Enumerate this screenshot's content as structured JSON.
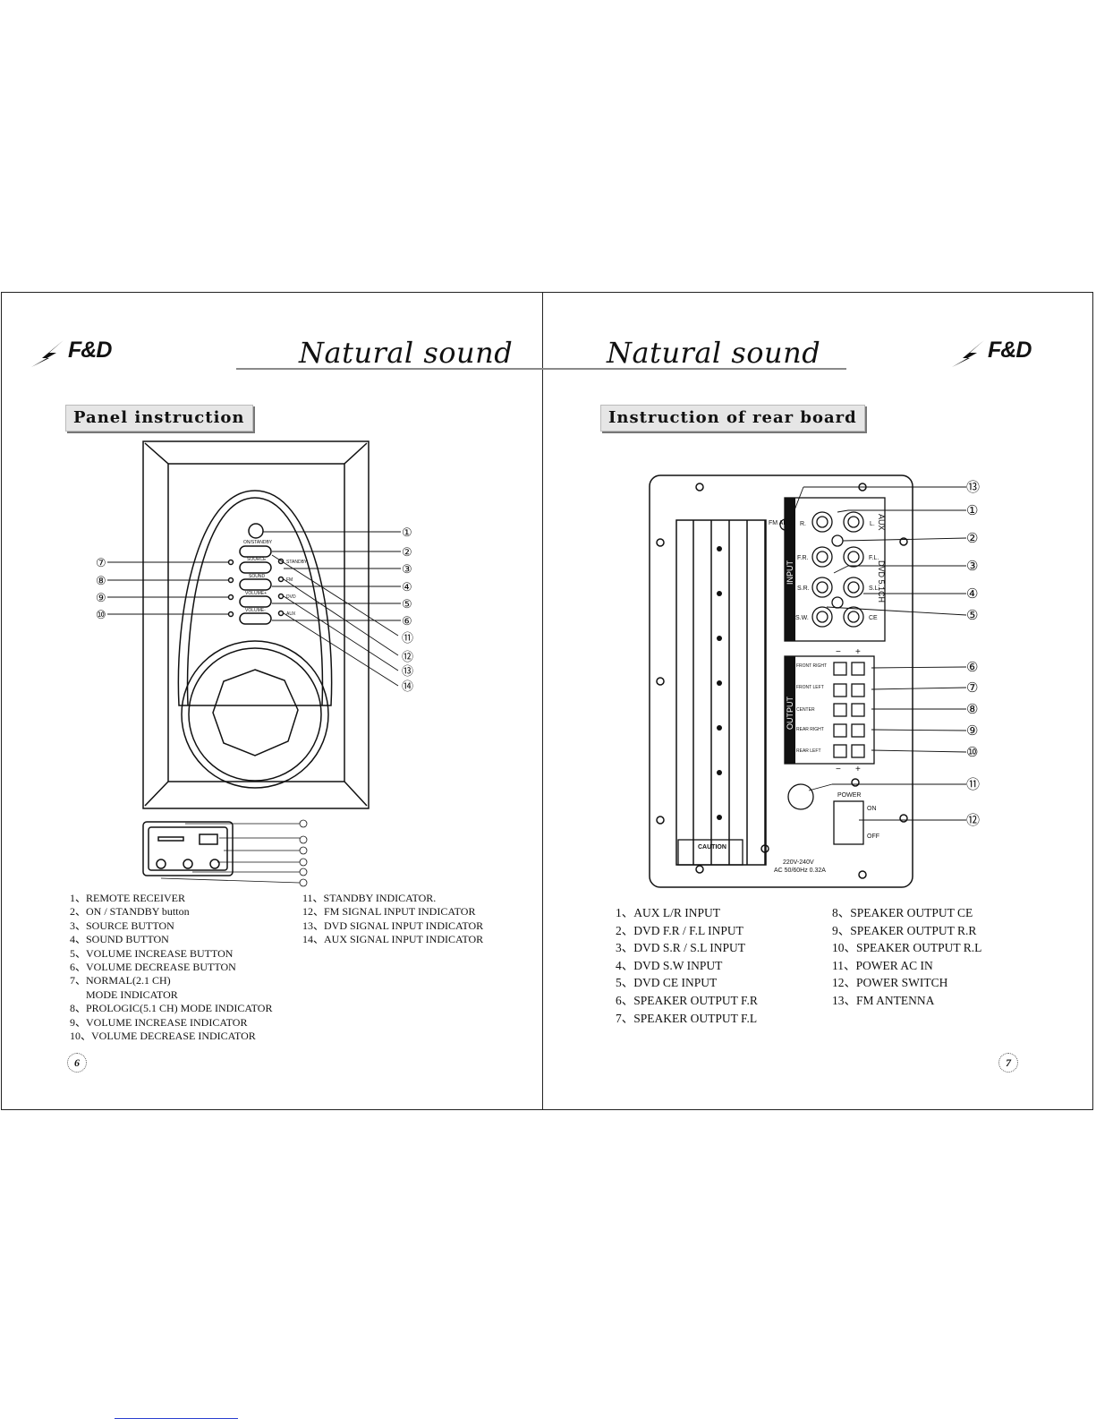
{
  "brand": {
    "logo": "F&D",
    "tagline": "Natural sound"
  },
  "left_page": {
    "heading": "Panel instruction",
    "page_number": "6",
    "device_labels": {
      "on_standby": "ON/STANDBY",
      "source": "SOURCE",
      "sound": "SOUND",
      "volume_up": "VOLUME+",
      "volume_down": "VOLUME-",
      "standby": "STANDBY",
      "fm": "FM",
      "dvd": "DVD",
      "aux": "AUX"
    },
    "callouts_right": [
      "①",
      "②",
      "③",
      "④",
      "⑤",
      "⑥",
      "⑪",
      "⑫",
      "⑬",
      "⑭"
    ],
    "callouts_left": [
      "⑦",
      "⑧",
      "⑨",
      "⑩"
    ],
    "items_col1": [
      "1、REMOTE RECEIVER",
      "2、ON / STANDBY button",
      "3、SOURCE BUTTON",
      "4、SOUND BUTTON",
      "5、VOLUME INCREASE BUTTON",
      "6、VOLUME DECREASE BUTTON",
      "7、NORMAL(2.1 CH)",
      "MODE INDICATOR",
      "8、PROLOGIC(5.1 CH) MODE INDICATOR",
      "9、VOLUME INCREASE INDICATOR",
      "10、VOLUME DECREASE INDICATOR"
    ],
    "items_col2": [
      "11、STANDBY INDICATOR.",
      "12、FM SIGNAL INPUT INDICATOR",
      "13、DVD SIGNAL INPUT INDICATOR",
      "14、AUX SIGNAL INPUT INDICATOR"
    ]
  },
  "right_page": {
    "heading": "Instruction of rear board",
    "page_number": "7",
    "board_labels": {
      "fm_ant": "FM ANT.",
      "input": "INPUT",
      "output": "OUTPUT",
      "aux": "AUX",
      "dvd": "DVD 5.1CH",
      "jacks": [
        "R.",
        "L.",
        "F.R.",
        "F.L.",
        "S.R.",
        "S.L.",
        "S.W.",
        "CE"
      ],
      "outputs": [
        "FRONT RIGHT",
        "FRONT LEFT",
        "CENTER",
        "REAR RIGHT",
        "REAR LEFT"
      ],
      "minus": "−",
      "plus": "+",
      "power": "POWER",
      "on": "ON",
      "off": "OFF",
      "caution": "CAUTION",
      "voltage": "220V-240V",
      "rating": "AC 50/60Hz  0.32A"
    },
    "callouts": [
      "⑬",
      "①",
      "②",
      "③",
      "④",
      "⑤",
      "⑥",
      "⑦",
      "⑧",
      "⑨",
      "⑩",
      "⑪",
      "⑫"
    ],
    "items_col1": [
      "1、AUX   L/R INPUT",
      "2、DVD F.R / F.L  INPUT",
      "3、DVD S.R / S.L  INPUT",
      "4、DVD S.W INPUT",
      "5、DVD CE INPUT",
      "6、SPEAKER OUTPUT F.R",
      "7、SPEAKER OUTPUT F.L"
    ],
    "items_col2": [
      "8、SPEAKER OUTPUT CE",
      "9、SPEAKER OUTPUT R.R",
      "10、SPEAKER OUTPUT R.L",
      "11、POWER AC IN",
      "12、POWER SWITCH",
      "13、FM  ANTENNA"
    ]
  }
}
